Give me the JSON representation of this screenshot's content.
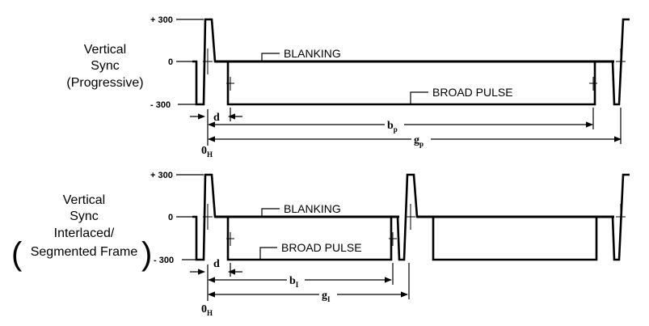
{
  "top_panel": {
    "label_lines": [
      "Vertical",
      "Sync",
      "(Progressive)"
    ],
    "level_plus": "+ 300",
    "level_zero": "0",
    "level_minus": "- 300",
    "blanking_label": "BLANKING",
    "broad_pulse_label": "BROAD PULSE",
    "d_label": "d",
    "b_label": "b",
    "b_sub": "p",
    "g_label": "g",
    "g_sub": "p",
    "origin_label": "0",
    "origin_sub": "H"
  },
  "bottom_panel": {
    "label_lines": [
      "Vertical",
      "Sync",
      "Interlaced/",
      "Segmented Frame"
    ],
    "level_plus": "+ 300",
    "level_zero": "0",
    "level_minus": "- 300",
    "blanking_label": "BLANKING",
    "broad_pulse_label": "BROAD PULSE",
    "d_label": "d",
    "b_label": "b",
    "b_sub": "I",
    "g_label": "g",
    "g_sub": "I",
    "origin_label": "0",
    "origin_sub": "H"
  }
}
